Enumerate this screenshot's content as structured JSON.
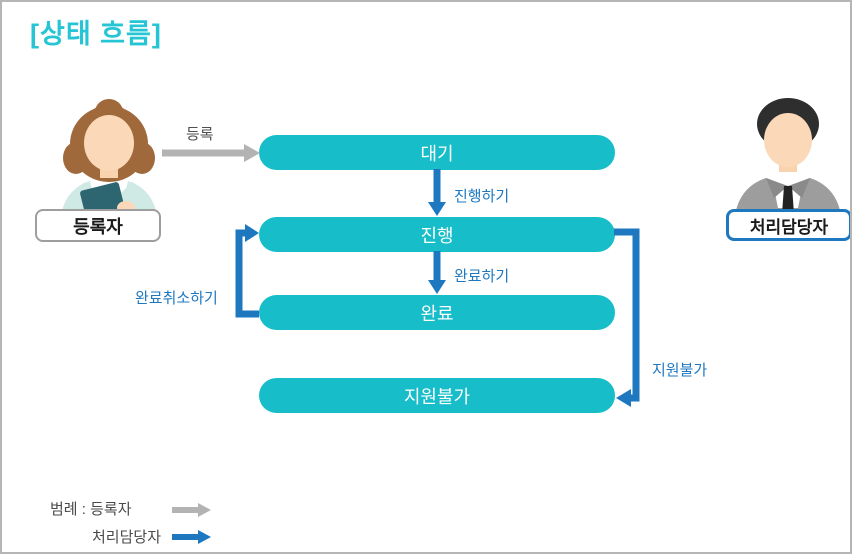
{
  "title": "[상태 흐름]",
  "actors": {
    "registrant": {
      "label": "등록자"
    },
    "handler": {
      "label": "처리담당자"
    }
  },
  "states": [
    {
      "label": "대기"
    },
    {
      "label": "진행"
    },
    {
      "label": "완료"
    },
    {
      "label": "지원불가"
    }
  ],
  "transitions": {
    "register": {
      "label": "등록",
      "actor": "등록자",
      "from": "등록자",
      "to": "대기"
    },
    "proceed": {
      "label": "진행하기",
      "actor": "처리담당자",
      "from": "대기",
      "to": "진행"
    },
    "complete": {
      "label": "완료하기",
      "actor": "처리담당자",
      "from": "진행",
      "to": "완료"
    },
    "cancel_complete": {
      "label": "완료취소하기",
      "actor": "처리담당자",
      "from": "완료",
      "to": "진행"
    },
    "unsupportable": {
      "label": "지원불가",
      "actor": "처리담당자",
      "from": "진행",
      "to": "지원불가"
    }
  },
  "legend": {
    "title": "범례 :",
    "items": [
      {
        "label": "등록자",
        "arrow_color": "#b3b3b3"
      },
      {
        "label": "처리담당자",
        "arrow_color": "#1e78c0"
      }
    ]
  },
  "colors": {
    "title": "#26c5d5",
    "state_pill": "#17bec9",
    "handler_arrow": "#1e78c0",
    "registrant_arrow": "#b3b3b3"
  }
}
